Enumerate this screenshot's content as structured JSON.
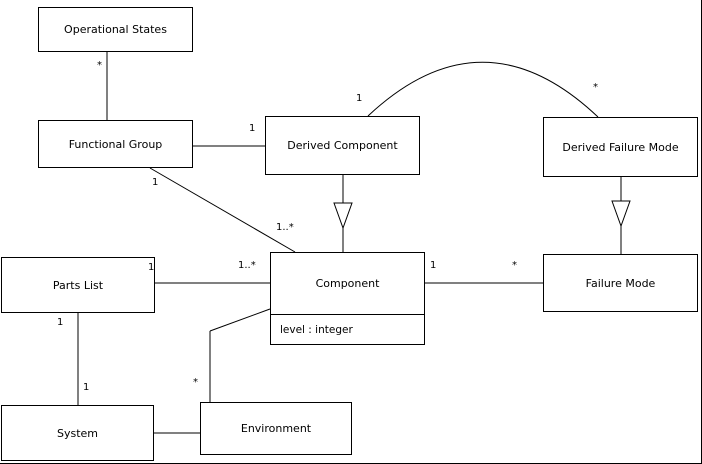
{
  "diagram": {
    "classes": {
      "operational_states": {
        "label": "Operational States"
      },
      "functional_group": {
        "label": "Functional Group"
      },
      "derived_component": {
        "label": "Derived Component"
      },
      "derived_failure_mode": {
        "label": "Derived Failure Mode"
      },
      "parts_list": {
        "label": "Parts List"
      },
      "component": {
        "label": "Component",
        "attribute": "level : integer"
      },
      "failure_mode": {
        "label": "Failure Mode"
      },
      "system": {
        "label": "System"
      },
      "environment": {
        "label": "Environment"
      }
    },
    "multiplicities": {
      "os_fg_star": "*",
      "fg_dc_one": "1",
      "arc_dc_one": "1",
      "arc_dfm_star": "*",
      "fg_comp_one": "1",
      "fg_comp_many": "1..*",
      "pl_comp_one": "1",
      "pl_comp_many": "1..*",
      "comp_fm_one": "1",
      "comp_fm_star": "*",
      "pl_sys_one_top": "1",
      "pl_sys_one_bottom": "1",
      "env_comp_star": "*"
    }
  }
}
